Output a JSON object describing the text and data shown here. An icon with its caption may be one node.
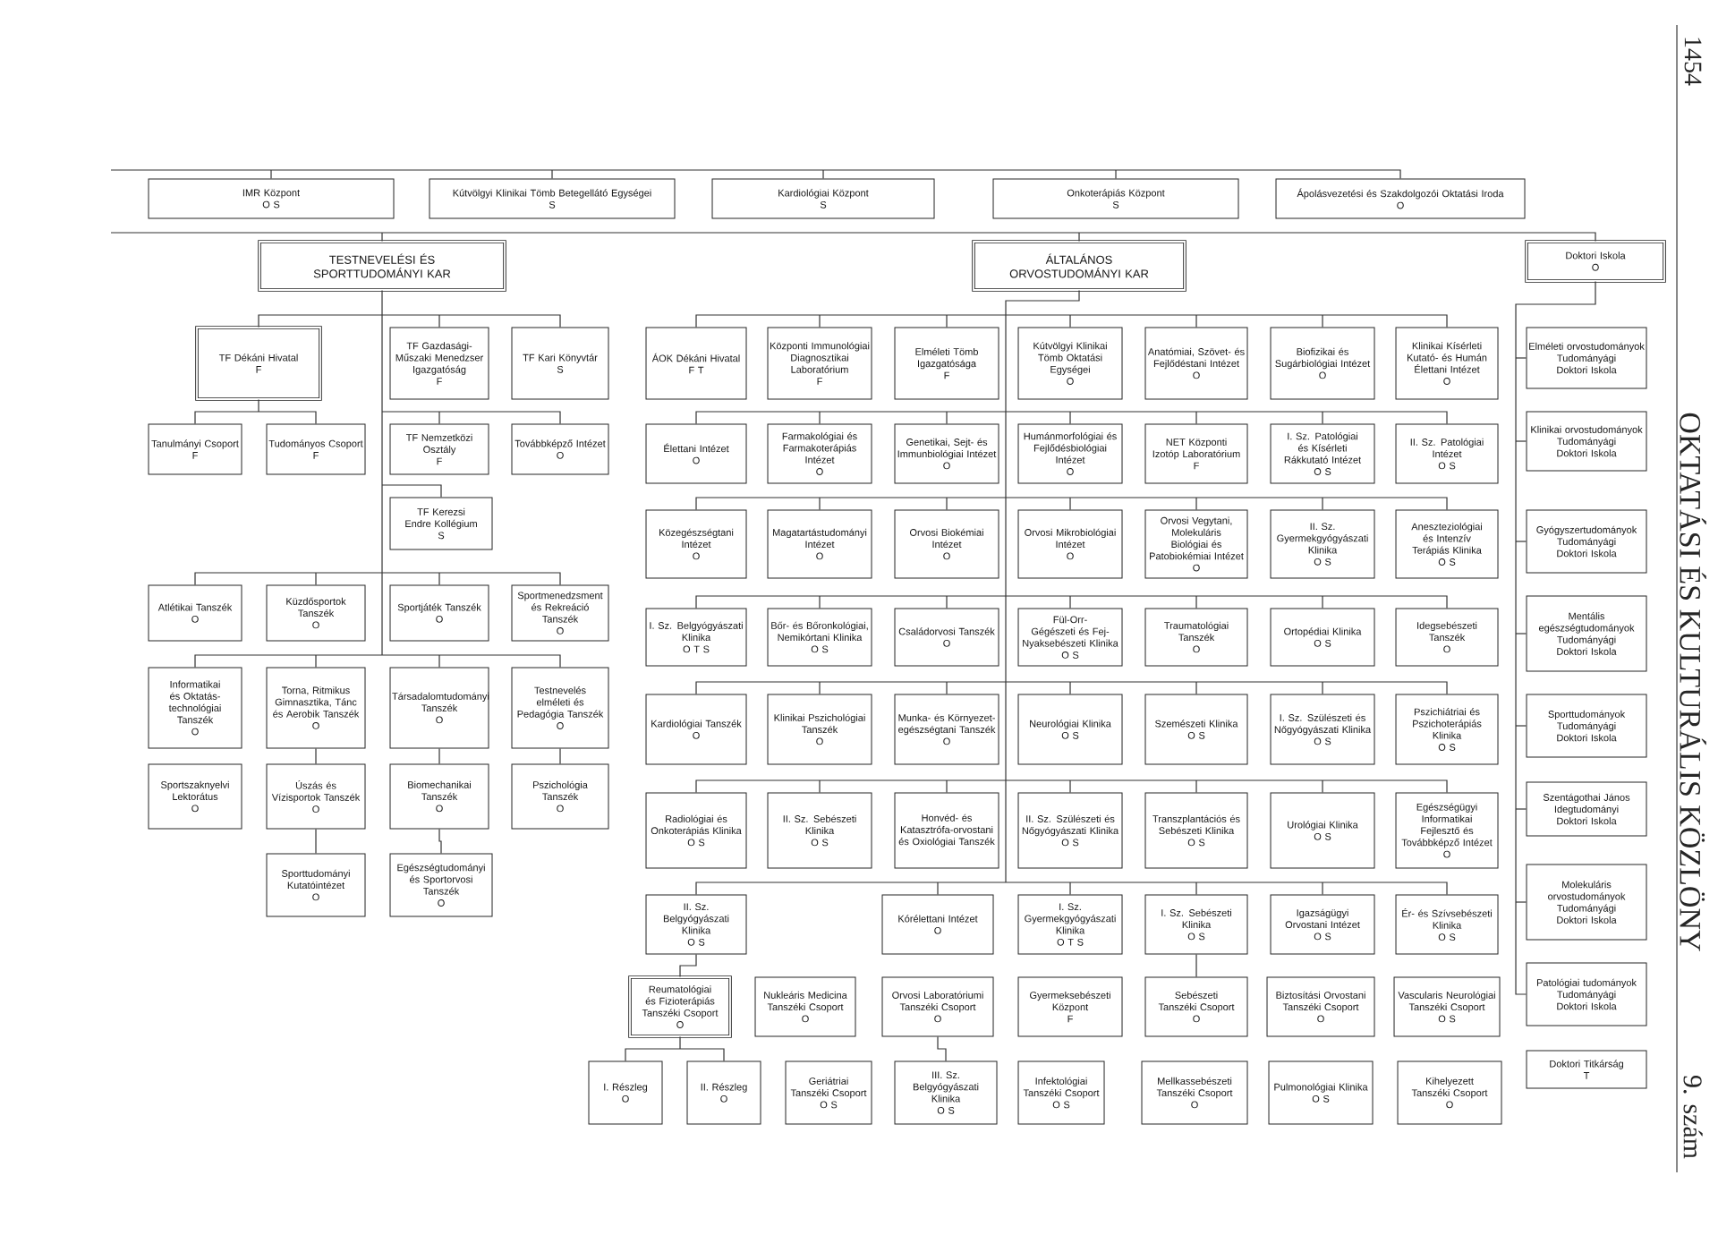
{
  "diagram": {
    "nodes": [
      {
        "text": [
          "IMR Központ",
          "O S"
        ]
      },
      {
        "text": [
          "Kútvölgyi Klinikai Tömb Betegellátó Egységei",
          "S"
        ]
      },
      {
        "text": [
          "Kardiológiai Központ",
          "S"
        ]
      },
      {
        "text": [
          "Onkoterápiás Központ",
          "S"
        ]
      },
      {
        "text": [
          "Ápolásvezetési és Szakdolgozói Oktatási Iroda",
          "O"
        ]
      },
      {
        "text": [
          "TESTNEVELÉSI ÉS SPORTTUDOMÁNYI KAR"
        ]
      },
      {
        "text": [
          "ÁLTALÁNOS ORVOSTUDOMÁNYI KAR"
        ]
      },
      {
        "text": [
          "Doktori Iskola",
          "O"
        ]
      },
      {
        "text": [
          "TF Dékáni Hivatal",
          "F"
        ]
      },
      {
        "text": [
          "TF Gazdasági-Műszaki Menedzser Igazgatóság",
          "F"
        ]
      },
      {
        "text": [
          "TF Kari Könyvtár",
          "S"
        ]
      },
      {
        "text": [
          "Tanulmányi Csoport",
          "F"
        ]
      },
      {
        "text": [
          "Tudományos Csoport",
          "F"
        ]
      },
      {
        "text": [
          "TF Nemzetközi Osztály",
          "F"
        ]
      },
      {
        "text": [
          "Továbbképző Intézet",
          "O"
        ]
      },
      {
        "text": [
          "TF Kerezsi Endre Kollégium",
          "S"
        ]
      },
      {
        "text": [
          "Atlétikai Tanszék",
          "O"
        ]
      },
      {
        "text": [
          "Küzdősportok Tanszék",
          "O"
        ]
      },
      {
        "text": [
          "Sportjáték Tanszék",
          "O"
        ]
      },
      {
        "text": [
          "Sportmenedzsment és Rekreáció Tanszék",
          "O"
        ]
      },
      {
        "text": [
          "Informatikai és Oktatás-technológiai Tanszék",
          "O"
        ]
      },
      {
        "text": [
          "Torna, Ritmikus Gimnasztika, Tánc és Aerobik Tanszék",
          "O"
        ]
      },
      {
        "text": [
          "Társadalomtudományi Tanszék",
          "O"
        ]
      },
      {
        "text": [
          "Testnevelés elméleti és Pedagógia Tanszék",
          "O"
        ]
      },
      {
        "text": [
          "Sportszaknyelvi Lektorátus",
          "O"
        ]
      },
      {
        "text": [
          "Úszás és Vízisportok Tanszék",
          "O"
        ]
      },
      {
        "text": [
          "Biomechanikai Tanszék",
          "O"
        ]
      },
      {
        "text": [
          "Pszichológia Tanszék",
          "O"
        ]
      },
      {
        "text": [
          "Sporttudományi Kutatóintézet",
          "O"
        ]
      },
      {
        "text": [
          "Egészségtudományi és Sportorvosi Tanszék",
          "O"
        ]
      },
      {
        "text": [
          "ÁOK Dékáni Hivatal",
          "F T"
        ]
      },
      {
        "text": [
          "Központi Immunológiai Diagnosztikai Laboratórium",
          "F"
        ]
      },
      {
        "text": [
          "Elméleti Tömb Igazgatósága",
          "F"
        ]
      },
      {
        "text": [
          "Kútvölgyi Klinikai Tömb Oktatási Egységei",
          "O"
        ]
      },
      {
        "text": [
          "Anatómiai, Szövet- és Fejlődéstani Intézet",
          "O"
        ]
      },
      {
        "text": [
          "Biofizikai és Sugárbiológiai Intézet",
          "O"
        ]
      },
      {
        "text": [
          "Klinikai Kísérleti Kutató- és Humán Élettani Intézet",
          "O"
        ]
      },
      {
        "text": [
          "Élettani Intézet",
          "O"
        ]
      },
      {
        "text": [
          "Farmakológiai és Farmakoterápiás Intézet",
          "O"
        ]
      },
      {
        "text": [
          "Genetikai, Sejt- és Immunbiológiai Intézet",
          "O"
        ]
      },
      {
        "text": [
          "Humánmorfológiai és Fejlődésbiológiai Intézet",
          "O"
        ]
      },
      {
        "text": [
          "NET Központi Izotóp Laboratórium",
          "F"
        ]
      },
      {
        "text": [
          "I. Sz. Patológiai és Kísérleti Rákkutató Intézet",
          "O S"
        ]
      },
      {
        "text": [
          "II. Sz. Patológiai Intézet",
          "O S"
        ]
      },
      {
        "text": [
          "Közegészségtani Intézet",
          "O"
        ]
      },
      {
        "text": [
          "Magatartástudományi Intézet",
          "O"
        ]
      },
      {
        "text": [
          "Orvosi Biokémiai Intézet",
          "O"
        ]
      },
      {
        "text": [
          "Orvosi Mikrobiológiai Intézet",
          "O"
        ]
      },
      {
        "text": [
          "Orvosi Vegytani, Molekuláris Biológiai és Patobiokémiai Intézet",
          "O"
        ]
      },
      {
        "text": [
          "II. Sz. Gyermekgyógyászati Klinika",
          "O S"
        ]
      },
      {
        "text": [
          "Aneszteziológiai és Intenzív Terápiás Klinika",
          "O S"
        ]
      },
      {
        "text": [
          "I. Sz. Belgyógyászati Klinika",
          "O T S"
        ]
      },
      {
        "text": [
          "Bőr- és Bőronkológiai, Nemikórtani Klinika",
          "O S"
        ]
      },
      {
        "text": [
          "Családorvosi Tanszék",
          "O"
        ]
      },
      {
        "text": [
          "Fül-Orr-Gégészeti és Fej-Nyaksebészeti Klinika",
          "O S"
        ]
      },
      {
        "text": [
          "Traumatológiai Tanszék",
          "O"
        ]
      },
      {
        "text": [
          "Ortopédiai Klinika",
          "O S"
        ]
      },
      {
        "text": [
          "Idegsebészeti Tanszék",
          "O"
        ]
      },
      {
        "text": [
          "Kardiológiai Tanszék",
          "O"
        ]
      },
      {
        "text": [
          "Klinikai Pszichológiai Tanszék",
          "O"
        ]
      },
      {
        "text": [
          "Munka- és Környezet-egészségtani Tanszék",
          "O"
        ]
      },
      {
        "text": [
          "Neurológiai Klinika",
          "O S"
        ]
      },
      {
        "text": [
          "Szemészeti Klinika",
          "O S"
        ]
      },
      {
        "text": [
          "I. Sz. Szülészeti és Nőgyógyászati Klinika",
          "O S"
        ]
      },
      {
        "text": [
          "Pszichiátriai és Pszichoterápiás Klinika",
          "O S"
        ]
      },
      {
        "text": [
          "Radiológiai és Onkoterápiás Klinika",
          "O S"
        ]
      },
      {
        "text": [
          "II. Sz. Sebészeti Klinika",
          "O S"
        ]
      },
      {
        "text": [
          "Honvéd- és Katasztrófa-orvostani és Oxiológiai Tanszék"
        ]
      },
      {
        "text": [
          "II. Sz. Szülészeti és Nőgyógyászati Klinika",
          "O S"
        ]
      },
      {
        "text": [
          "Transzplantációs és Sebészeti Klinika",
          "O S"
        ]
      },
      {
        "text": [
          "Urológiai Klinika",
          "O S"
        ]
      },
      {
        "text": [
          "Egészségügyi Informatikai Fejlesztő és Továbbképző Intézet",
          "O"
        ]
      },
      {
        "text": [
          "II. Sz. Belgyógyászati Klinika",
          "O S"
        ]
      },
      {
        "text": [
          "Kórélettani Intézet",
          "O"
        ]
      },
      {
        "text": [
          "I. Sz. Gyermekgyógyászati Klinika",
          "O T S"
        ]
      },
      {
        "text": [
          "I. Sz. Sebészeti Klinika",
          "O S"
        ]
      },
      {
        "text": [
          "Igazságügyi Orvostani Intézet",
          "O S"
        ]
      },
      {
        "text": [
          "Ér- és Szívsebészeti Klinika",
          "O S"
        ]
      },
      {
        "text": [
          "Reumatológiai és Fizioterápiás Tanszéki Csoport",
          "O"
        ]
      },
      {
        "text": [
          "Nukleáris Medicina Tanszéki Csoport",
          "O"
        ]
      },
      {
        "text": [
          "Orvosi Laboratóriumi Tanszéki Csoport",
          "O"
        ]
      },
      {
        "text": [
          "Gyermeksebészeti Központ",
          "F"
        ]
      },
      {
        "text": [
          "Sebészeti Tanszéki Csoport",
          "O"
        ]
      },
      {
        "text": [
          "Biztosítási Orvostani Tanszéki Csoport",
          "O"
        ]
      },
      {
        "text": [
          "Vascularis Neurológiai Tanszéki Csoport",
          "O S"
        ]
      },
      {
        "text": [
          "I. Részleg",
          "O"
        ]
      },
      {
        "text": [
          "II. Részleg",
          "O"
        ]
      },
      {
        "text": [
          "Geriátriai Tanszéki Csoport",
          "O S"
        ]
      },
      {
        "text": [
          "III. Sz. Belgyógyászati Klinika",
          "O S"
        ]
      },
      {
        "text": [
          "Infektológiai Tanszéki Csoport",
          "O S"
        ]
      },
      {
        "text": [
          "Mellkassebészeti Tanszéki Csoport",
          "O"
        ]
      },
      {
        "text": [
          "Pulmonológiai Klinika",
          "O S"
        ]
      },
      {
        "text": [
          "Kihelyezett Tanszéki Csoport",
          "O"
        ]
      },
      {
        "text": [
          "Elméleti orvostudományok Tudományági Doktori Iskola"
        ]
      },
      {
        "text": [
          "Klinikai orvostudományok Tudományági Doktori Iskola"
        ]
      },
      {
        "text": [
          "Gyógyszertudományok Tudományági Doktori Iskola"
        ]
      },
      {
        "text": [
          "Mentális egészségtudományok Tudományági Doktori Iskola"
        ]
      },
      {
        "text": [
          "Sporttudományok Tudományági Doktori Iskola"
        ]
      },
      {
        "text": [
          "Szentágothai János Idegtudományi Doktori Iskola"
        ]
      },
      {
        "text": [
          "Molekuláris orvostudományok Tudományági Doktori Iskola"
        ]
      },
      {
        "text": [
          "Patológiai tudományok Tudományági Doktori Iskola"
        ]
      },
      {
        "text": [
          "Doktori Titkárság",
          "T"
        ]
      }
    ],
    "edges": [
      {
        "from": null,
        "to": 0,
        "arrow": "none"
      },
      {
        "from": null,
        "to": 1,
        "arrow": "none"
      },
      {
        "from": null,
        "to": 2,
        "arrow": "none"
      },
      {
        "from": null,
        "to": 3,
        "arrow": "none"
      },
      {
        "from": null,
        "to": 4,
        "arrow": "none"
      },
      {
        "from": null,
        "to": 5,
        "arrow": "none"
      },
      {
        "from": null,
        "to": 6,
        "arrow": "none"
      },
      {
        "from": null,
        "to": 7,
        "arrow": "none"
      },
      {
        "from": 5,
        "to": 8,
        "arrow": "none"
      },
      {
        "from": 5,
        "to": 9,
        "arrow": "none"
      },
      {
        "from": 5,
        "to": 10,
        "arrow": "none"
      },
      {
        "from": 8,
        "to": 11,
        "arrow": "none"
      },
      {
        "from": 8,
        "to": 12,
        "arrow": "none"
      },
      {
        "from": 5,
        "to": 13,
        "arrow": "none"
      },
      {
        "from": 5,
        "to": 14,
        "arrow": "none"
      },
      {
        "from": 5,
        "to": 15,
        "arrow": "none"
      },
      {
        "from": 5,
        "to": 16,
        "arrow": "none"
      },
      {
        "from": 5,
        "to": 17,
        "arrow": "none"
      },
      {
        "from": 5,
        "to": 18,
        "arrow": "none"
      },
      {
        "from": 5,
        "to": 19,
        "arrow": "none"
      },
      {
        "from": 5,
        "to": 20,
        "arrow": "none"
      },
      {
        "from": 5,
        "to": 21,
        "arrow": "none"
      },
      {
        "from": 5,
        "to": 22,
        "arrow": "none"
      },
      {
        "from": 5,
        "to": 23,
        "arrow": "none"
      },
      {
        "from": 21,
        "to": 25,
        "arrow": "none"
      },
      {
        "from": 22,
        "to": 26,
        "arrow": "none"
      },
      {
        "from": 23,
        "to": 27,
        "arrow": "none"
      },
      {
        "from": 25,
        "to": 28,
        "arrow": "none"
      },
      {
        "from": 26,
        "to": 29,
        "arrow": "none"
      },
      {
        "from": 6,
        "to": 30,
        "arrow": "none"
      },
      {
        "from": 6,
        "to": 31,
        "arrow": "none"
      },
      {
        "from": 6,
        "to": 32,
        "arrow": "none"
      },
      {
        "from": 6,
        "to": 33,
        "arrow": "none"
      },
      {
        "from": 6,
        "to": 34,
        "arrow": "none"
      },
      {
        "from": 6,
        "to": 35,
        "arrow": "none"
      },
      {
        "from": 6,
        "to": 36,
        "arrow": "none"
      },
      {
        "from": 6,
        "to": 37,
        "arrow": "none"
      },
      {
        "from": 6,
        "to": 38,
        "arrow": "none"
      },
      {
        "from": 6,
        "to": 39,
        "arrow": "none"
      },
      {
        "from": 6,
        "to": 40,
        "arrow": "none"
      },
      {
        "from": 6,
        "to": 41,
        "arrow": "none"
      },
      {
        "from": 6,
        "to": 42,
        "arrow": "none"
      },
      {
        "from": 6,
        "to": 43,
        "arrow": "none"
      },
      {
        "from": 6,
        "to": 44,
        "arrow": "none"
      },
      {
        "from": 6,
        "to": 45,
        "arrow": "none"
      },
      {
        "from": 6,
        "to": 46,
        "arrow": "none"
      },
      {
        "from": 6,
        "to": 47,
        "arrow": "none"
      },
      {
        "from": 6,
        "to": 48,
        "arrow": "none"
      },
      {
        "from": 6,
        "to": 49,
        "arrow": "none"
      },
      {
        "from": 6,
        "to": 50,
        "arrow": "none"
      },
      {
        "from": 6,
        "to": 51,
        "arrow": "none"
      },
      {
        "from": 6,
        "to": 52,
        "arrow": "none"
      },
      {
        "from": 6,
        "to": 53,
        "arrow": "none"
      },
      {
        "from": 6,
        "to": 54,
        "arrow": "none"
      },
      {
        "from": 6,
        "to": 55,
        "arrow": "none"
      },
      {
        "from": 6,
        "to": 56,
        "arrow": "none"
      },
      {
        "from": 6,
        "to": 57,
        "arrow": "none"
      },
      {
        "from": 6,
        "to": 58,
        "arrow": "none"
      },
      {
        "from": 6,
        "to": 59,
        "arrow": "none"
      },
      {
        "from": 6,
        "to": 60,
        "arrow": "none"
      },
      {
        "from": 6,
        "to": 61,
        "arrow": "none"
      },
      {
        "from": 6,
        "to": 62,
        "arrow": "none"
      },
      {
        "from": 6,
        "to": 63,
        "arrow": "none"
      },
      {
        "from": 6,
        "to": 64,
        "arrow": "none"
      },
      {
        "from": 6,
        "to": 65,
        "arrow": "none"
      },
      {
        "from": 6,
        "to": 66,
        "arrow": "none"
      },
      {
        "from": 6,
        "to": 67,
        "arrow": "none"
      },
      {
        "from": 6,
        "to": 68,
        "arrow": "none"
      },
      {
        "from": 6,
        "to": 69,
        "arrow": "none"
      },
      {
        "from": 6,
        "to": 70,
        "arrow": "none"
      },
      {
        "from": 6,
        "to": 71,
        "arrow": "none"
      },
      {
        "from": 6,
        "to": 72,
        "arrow": "none"
      },
      {
        "from": 6,
        "to": 73,
        "arrow": "none"
      },
      {
        "from": 6,
        "to": 74,
        "arrow": "none"
      },
      {
        "from": 6,
        "to": 75,
        "arrow": "none"
      },
      {
        "from": 6,
        "to": 76,
        "arrow": "none"
      },
      {
        "from": 6,
        "to": 77,
        "arrow": "none"
      },
      {
        "from": 72,
        "to": 78,
        "arrow": "none"
      },
      {
        "from": 75,
        "to": 82,
        "arrow": "none"
      },
      {
        "from": 78,
        "to": 85,
        "arrow": "none"
      },
      {
        "from": 78,
        "to": 86,
        "arrow": "none"
      },
      {
        "from": 80,
        "to": 88,
        "arrow": "none"
      },
      {
        "from": 7,
        "to": 93,
        "arrow": "none"
      },
      {
        "from": 7,
        "to": 94,
        "arrow": "none"
      },
      {
        "from": 7,
        "to": 95,
        "arrow": "none"
      },
      {
        "from": 7,
        "to": 96,
        "arrow": "none"
      },
      {
        "from": 7,
        "to": 97,
        "arrow": "none"
      },
      {
        "from": 7,
        "to": 98,
        "arrow": "none"
      },
      {
        "from": 7,
        "to": 99,
        "arrow": "none"
      },
      {
        "from": 7,
        "to": 100,
        "arrow": "none"
      }
    ],
    "labels": [
      "1454",
      "OKTATÁSI ÉS KULTURÁLIS KÖZLÖNY",
      "9. szám"
    ]
  }
}
